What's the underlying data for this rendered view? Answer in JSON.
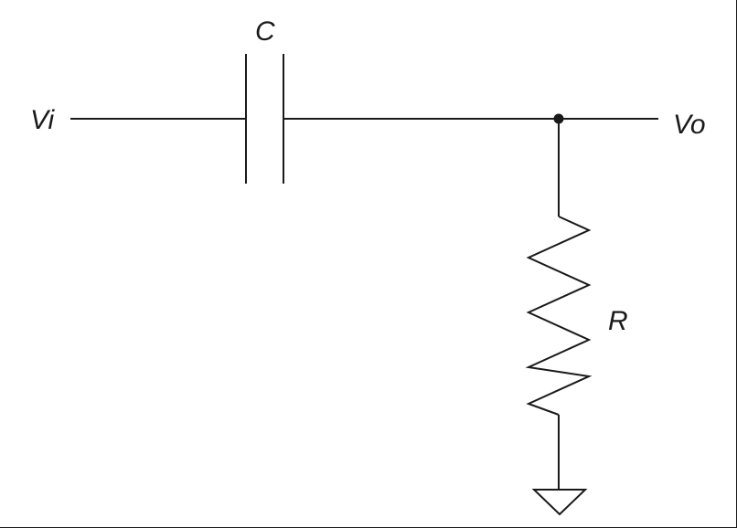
{
  "diagram": {
    "type": "circuit",
    "labels": {
      "input": "Vi",
      "output": "Vo",
      "capacitor": "C",
      "resistor": "R"
    },
    "components": [
      {
        "kind": "capacitor",
        "label": "C"
      },
      {
        "kind": "resistor",
        "label": "R"
      },
      {
        "kind": "ground"
      }
    ],
    "colors": {
      "line": "#1a1a1a",
      "background": "#ffffff"
    }
  }
}
